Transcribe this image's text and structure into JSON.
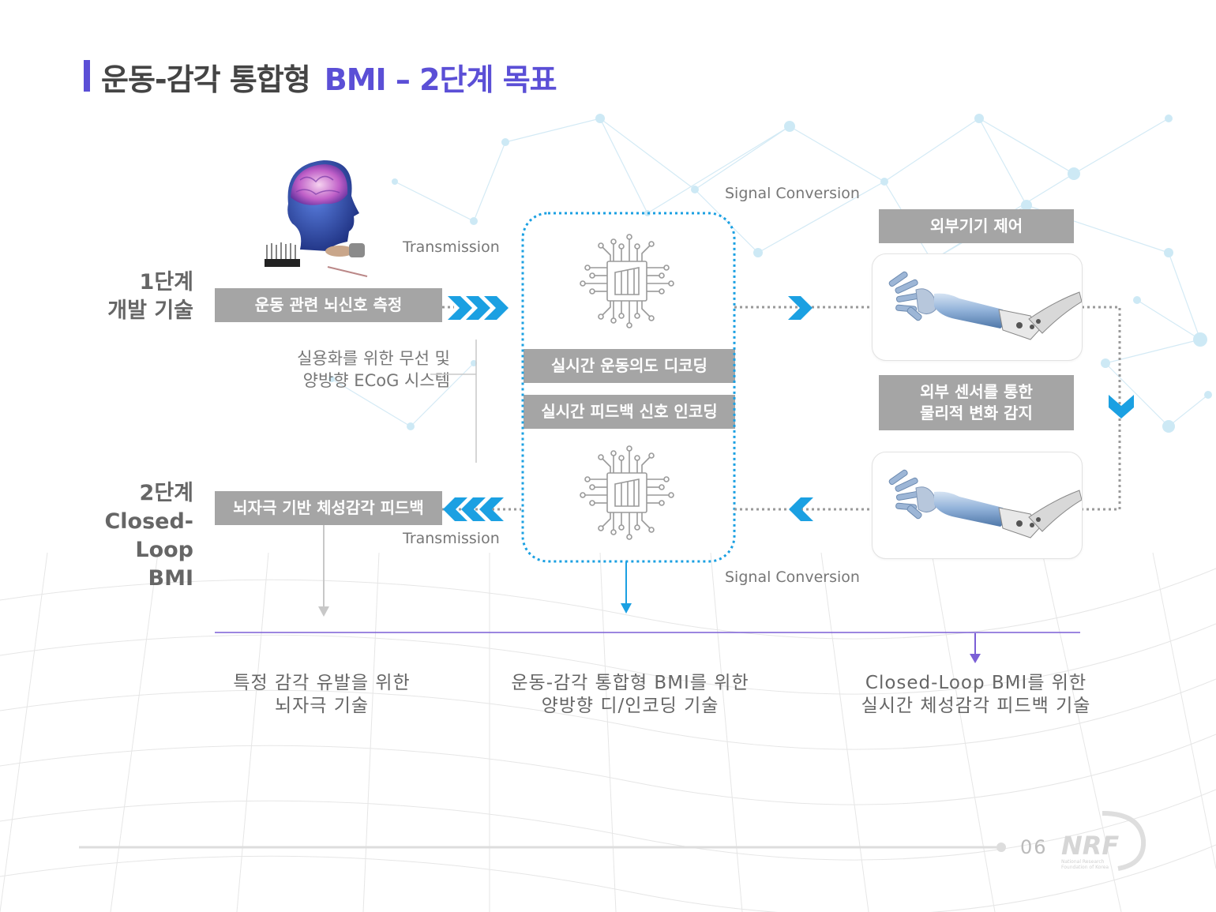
{
  "title": {
    "main": "운동-감각 통합형",
    "accent": "BMI – 2단계 목표"
  },
  "stages": {
    "stage1": {
      "line1": "1단계",
      "line2": "개발 기술"
    },
    "stage2": {
      "line1": "2단계",
      "line2": "Closed-Loop",
      "line3": "BMI"
    }
  },
  "boxes": {
    "measure": "운동 관련 뇌신호 측정",
    "feedback": "뇌자극 기반 체성감각 피드백",
    "decoding": "실시간 운동의도 디코딩",
    "encoding": "실시간 피드백 신호 인코딩",
    "external_control": "외부기기 제어",
    "sensor_line1": "외부 센서를 통한",
    "sensor_line2": "물리적 변화 감지"
  },
  "labels": {
    "transmission_top": "Transmission",
    "transmission_bottom": "Transmission",
    "signal_conversion_top": "Signal Conversion",
    "signal_conversion_bottom": "Signal Conversion"
  },
  "wireless": {
    "line1": "실용화를 위한 무선 및",
    "line2": "양방향 ECoG 시스템"
  },
  "outcomes": [
    {
      "line1": "특정 감각 유발을 위한",
      "line2": "뇌자극 기술"
    },
    {
      "line1": "운동-감각 통합형 BMI를 위한",
      "line2": "양방향 디/인코딩 기술"
    },
    {
      "line1": "Closed-Loop BMI를 위한",
      "line2": "실시간 체성감각 피드백 기술"
    }
  ],
  "footer": {
    "page_number": "06",
    "logo_text": "NRF",
    "logo_subtitle_1": "National Research",
    "logo_subtitle_2": "Foundation of Korea"
  },
  "icons": [
    "brain-head-icon",
    "chip-icon",
    "robot-arm-icon",
    "chevron-right-icon",
    "chevron-left-icon",
    "chevron-down-icon"
  ],
  "colors": {
    "accent": "#5b4fd6",
    "blue": "#1ba0e2",
    "box_gray": "#a5a5a5",
    "dotted": "#999999",
    "purple_line": "#7b5fd6"
  }
}
